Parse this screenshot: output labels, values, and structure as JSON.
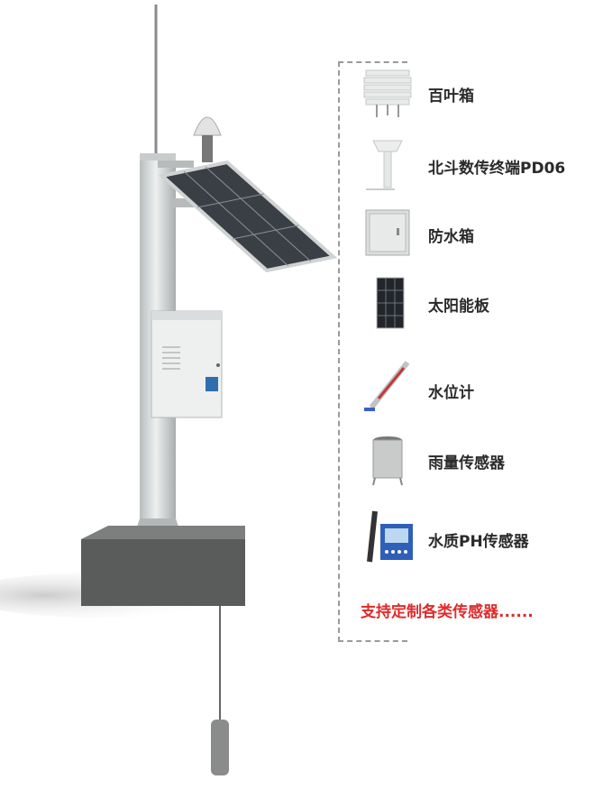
{
  "components": [
    {
      "label": "百叶箱",
      "icon": "louver-box-icon"
    },
    {
      "label": "北斗数传终端PD06",
      "icon": "beidou-terminal-icon"
    },
    {
      "label": "防水箱",
      "icon": "waterproof-box-icon"
    },
    {
      "label": "太阳能板",
      "icon": "solar-panel-icon"
    },
    {
      "label": "水位计",
      "icon": "water-level-gauge-icon"
    },
    {
      "label": "雨量传感器",
      "icon": "rain-gauge-icon"
    },
    {
      "label": "水质PH传感器",
      "icon": "ph-sensor-icon"
    }
  ],
  "note": "支持定制各类传感器......",
  "colors": {
    "note": "#e02a2a",
    "label": "#2a2a2a",
    "pole": "#d9dcdc",
    "base": "#555555"
  }
}
